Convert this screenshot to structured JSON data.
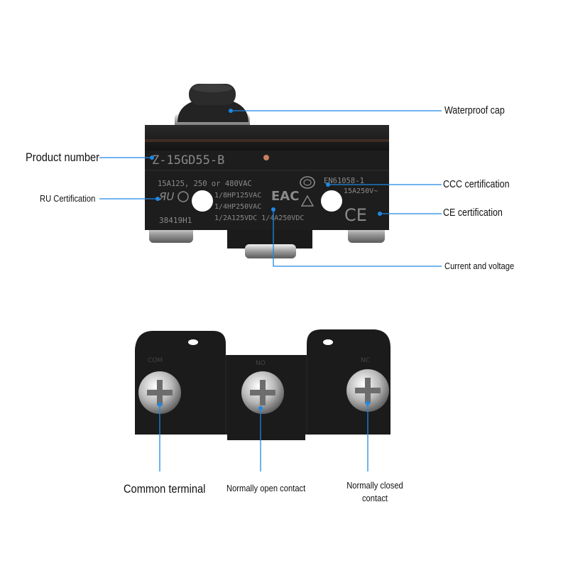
{
  "callouts": {
    "waterproof_cap": "Waterproof cap",
    "product_number": "Product number",
    "ru_certification": "RU Certification",
    "ccc_certification": "CCC certification",
    "ce_certification": "CE certification",
    "current_voltage": "Current and voltage",
    "common_terminal": "Common terminal",
    "normally_open": "Normally open contact",
    "normally_closed_line1": "Normally closed",
    "normally_closed_line2": "contact"
  },
  "switch_markings": {
    "model": "Z-15GD55-B",
    "ratings": [
      "15A125, 250 or 480VAC",
      "1/8HP125VAC",
      "1/4HP250VAC",
      "1/2A125VDC 1/4A250VDC"
    ],
    "lot": "38419H1",
    "eac": "EAC",
    "standard": "EN61058-1",
    "rating_right": "15A250V~",
    "ce": "CE",
    "terminal_com": "COM",
    "terminal_no": "NO",
    "terminal_nc": "NC"
  },
  "colors": {
    "leader_line": "#1e88e5",
    "switch_body": "#1c1c1c"
  },
  "icons": [
    "ul-recognition-icon",
    "csa-icon",
    "ccc-mark-icon",
    "triangle-mark-icon",
    "screw-head-icon"
  ]
}
